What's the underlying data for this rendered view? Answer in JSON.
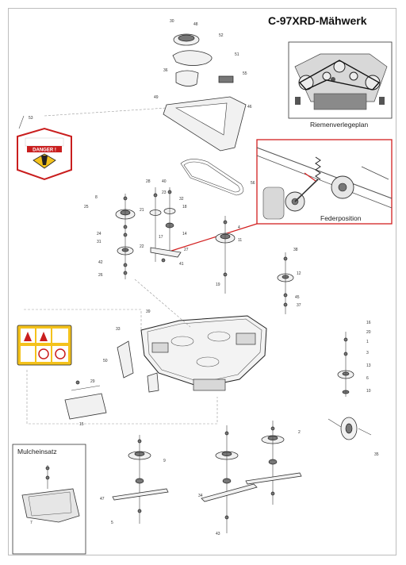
{
  "title": "C-97XRD-Mähwerk",
  "inset_belt_routing": {
    "caption": "Riemenverlegeplan"
  },
  "inset_spring": {
    "caption": "Federposition"
  },
  "inset_mulch": {
    "caption": "Mulcheinsatz"
  },
  "danger_decal": {
    "heading": "DANGER !"
  },
  "colors": {
    "accent_red": "#d21f1f",
    "decal_yellow": "#f4c21c",
    "decal_red": "#c91e1e"
  },
  "callouts": [
    {
      "id": "c1",
      "text": "30"
    },
    {
      "id": "c2",
      "text": "48"
    },
    {
      "id": "c3",
      "text": "52"
    },
    {
      "id": "c4",
      "text": "51"
    },
    {
      "id": "c5",
      "text": "36"
    },
    {
      "id": "c6",
      "text": "55"
    },
    {
      "id": "c7",
      "text": "49"
    },
    {
      "id": "c8",
      "text": "46"
    },
    {
      "id": "c9",
      "text": "53"
    },
    {
      "id": "c10",
      "text": "56"
    },
    {
      "id": "c11",
      "text": "8"
    },
    {
      "id": "c12",
      "text": "25"
    },
    {
      "id": "c13",
      "text": "21"
    },
    {
      "id": "c14",
      "text": "24"
    },
    {
      "id": "c15",
      "text": "31"
    },
    {
      "id": "c16",
      "text": "42"
    },
    {
      "id": "c17",
      "text": "26"
    },
    {
      "id": "c18",
      "text": "28"
    },
    {
      "id": "c19",
      "text": "40"
    },
    {
      "id": "c20",
      "text": "23"
    },
    {
      "id": "c21",
      "text": "32"
    },
    {
      "id": "c22",
      "text": "18"
    },
    {
      "id": "c23",
      "text": "17"
    },
    {
      "id": "c24",
      "text": "14"
    },
    {
      "id": "c25",
      "text": "22"
    },
    {
      "id": "c26",
      "text": "27"
    },
    {
      "id": "c27",
      "text": "41"
    },
    {
      "id": "c28",
      "text": "19"
    },
    {
      "id": "c29",
      "text": "4"
    },
    {
      "id": "c30",
      "text": "11"
    },
    {
      "id": "c31",
      "text": "38"
    },
    {
      "id": "c32",
      "text": "12"
    },
    {
      "id": "c33",
      "text": "45"
    },
    {
      "id": "c34",
      "text": "37"
    },
    {
      "id": "c35",
      "text": "33"
    },
    {
      "id": "c36",
      "text": "39"
    },
    {
      "id": "c37",
      "text": "16"
    },
    {
      "id": "c38",
      "text": "20"
    },
    {
      "id": "c39",
      "text": "1"
    },
    {
      "id": "c40",
      "text": "3"
    },
    {
      "id": "c41",
      "text": "13"
    },
    {
      "id": "c42",
      "text": "6"
    },
    {
      "id": "c43",
      "text": "10"
    },
    {
      "id": "c44",
      "text": "2"
    },
    {
      "id": "c45",
      "text": "7"
    },
    {
      "id": "c46",
      "text": "15"
    },
    {
      "id": "c47",
      "text": "47"
    },
    {
      "id": "c48",
      "text": "43"
    },
    {
      "id": "c49",
      "text": "35"
    },
    {
      "id": "c50",
      "text": "5"
    },
    {
      "id": "c51",
      "text": "34"
    },
    {
      "id": "c52",
      "text": "9"
    },
    {
      "id": "c53",
      "text": "29"
    },
    {
      "id": "c54",
      "text": "50"
    }
  ]
}
